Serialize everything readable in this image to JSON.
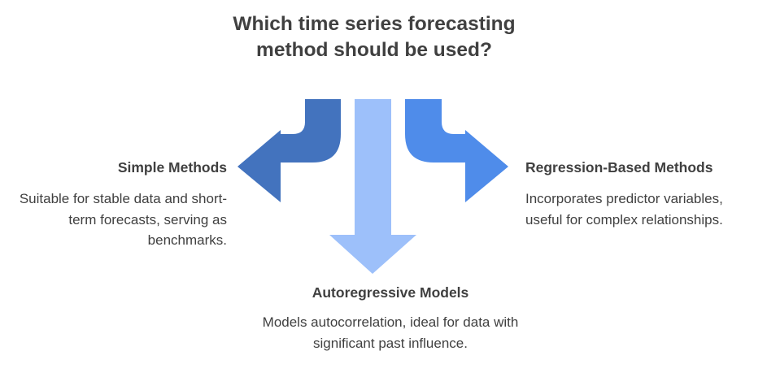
{
  "title": "Which time series forecasting method should be used?",
  "options": {
    "left": {
      "heading": "Simple Methods",
      "description": "Suitable for stable data and short-term forecasts, serving as benchmarks.",
      "arrow_color": "#4373BE",
      "arrow_icon": "curved-arrow-left-icon"
    },
    "bottom": {
      "heading": "Autoregressive Models",
      "description": "Models autocorrelation, ideal for data with significant past influence.",
      "arrow_color": "#9DC0FA",
      "arrow_icon": "arrow-down-icon"
    },
    "right": {
      "heading": "Regression-Based Methods",
      "description": "Incorporates predictor variables, useful for complex relationships.",
      "arrow_color": "#4F8CEA",
      "arrow_icon": "curved-arrow-right-icon"
    }
  }
}
